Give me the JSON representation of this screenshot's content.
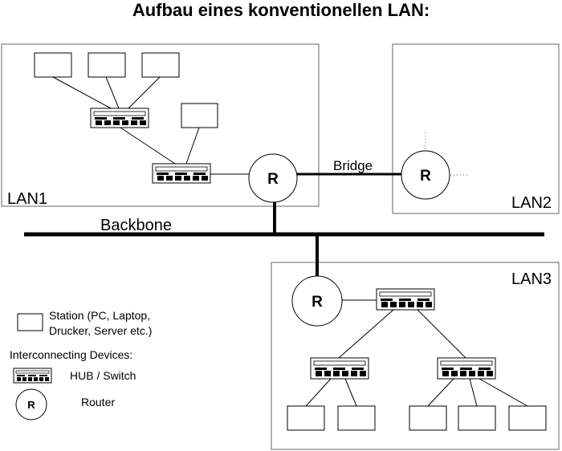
{
  "title": "Aufbau eines konventionellen LAN:",
  "lans": {
    "lan1": "LAN1",
    "lan2": "LAN2",
    "lan3": "LAN3"
  },
  "labels": {
    "bridge": "Bridge",
    "backbone": "Backbone"
  },
  "router_letter": "R",
  "legend": {
    "station_line1": "Station (PC, Laptop,",
    "station_line2": "Drucker, Server etc.)",
    "devices_heading": "Interconnecting Devices:",
    "hub_label": "HUB / Switch",
    "router_label": "Router"
  }
}
